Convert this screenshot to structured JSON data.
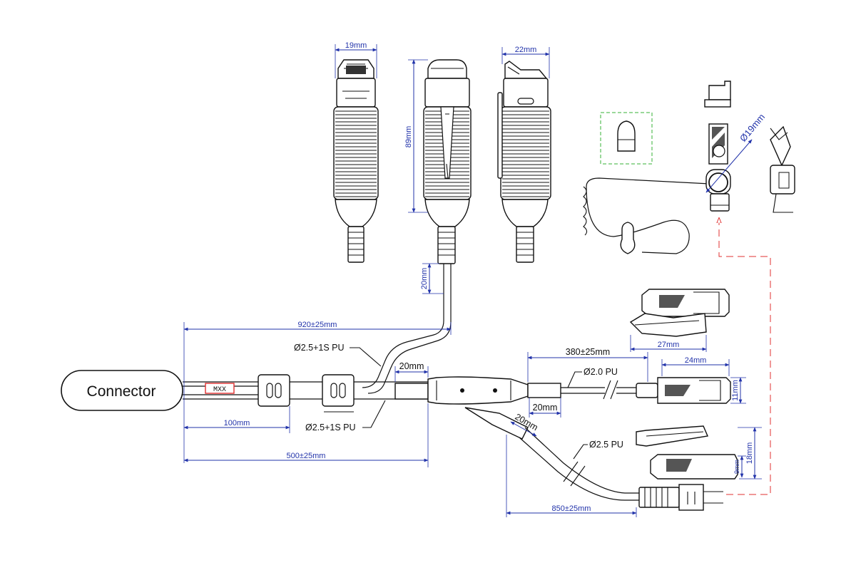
{
  "connector_label": "Connector",
  "marker_text": "MXX",
  "plugs": {
    "width_a": "19mm",
    "width_c": "22mm",
    "length": "89mm",
    "strain_relief": "20mm"
  },
  "main": {
    "total_length": "920±25mm",
    "upper_cable_spec": "Ø2.5+1S PU",
    "lower_cable_spec": "Ø2.5+1S PU",
    "first_segment": "100mm",
    "mid_length": "500±25mm",
    "sleeve_length": "20mm"
  },
  "ptt_branch": {
    "length": "380±25mm",
    "cable_spec": "Ø2.0 PU",
    "sleeve_length": "20mm",
    "clip_length": "27mm",
    "ptt_length": "24mm",
    "ptt_width": "11mm"
  },
  "mic_branch": {
    "sleeve_length": "20mm",
    "cable_spec": "Ø2.5 PU",
    "length": "850±25mm",
    "clip_height": "18mm",
    "mic_height": "9mm"
  },
  "earpiece": {
    "diameter": "Ø19mm"
  }
}
